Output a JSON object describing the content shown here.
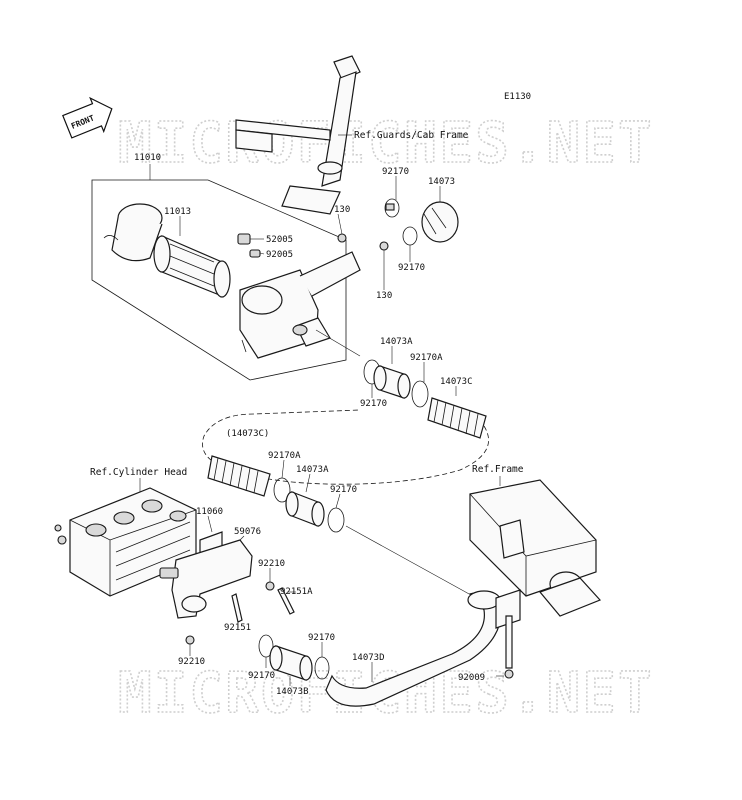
{
  "diagram_code": "E1130",
  "front_label": "FRONT",
  "watermark_top": "MICROFICHES.NET",
  "watermark_bottom": "MICROFICHES.NET",
  "refs": {
    "guards": "Ref.Guards/Cab Frame",
    "cylinder_head": "Ref.Cylinder Head",
    "frame": "Ref.Frame"
  },
  "parts": {
    "p11010": "11010",
    "p11013": "11013",
    "p52005": "52005",
    "p92005": "92005",
    "p130a": "130",
    "p130b": "130",
    "p92170_top1": "92170",
    "p14073": "14073",
    "p92170_top2": "92170",
    "p14073A_up": "14073A",
    "p92170A_up": "92170A",
    "p92170_mid": "92170",
    "p14073C": "14073C",
    "p14073C_ref": "(14073C)",
    "p92170A_low": "92170A",
    "p14073A_low": "14073A",
    "p92170_low": "92170",
    "p11060": "11060",
    "p59076": "59076",
    "p92210_a": "92210",
    "p92151A": "92151A",
    "p92151": "92151",
    "p92210_b": "92210",
    "p92170_b1": "92170",
    "p92170_b2": "92170",
    "p14073B": "14073B",
    "p14073D": "14073D",
    "p92009": "92009"
  }
}
